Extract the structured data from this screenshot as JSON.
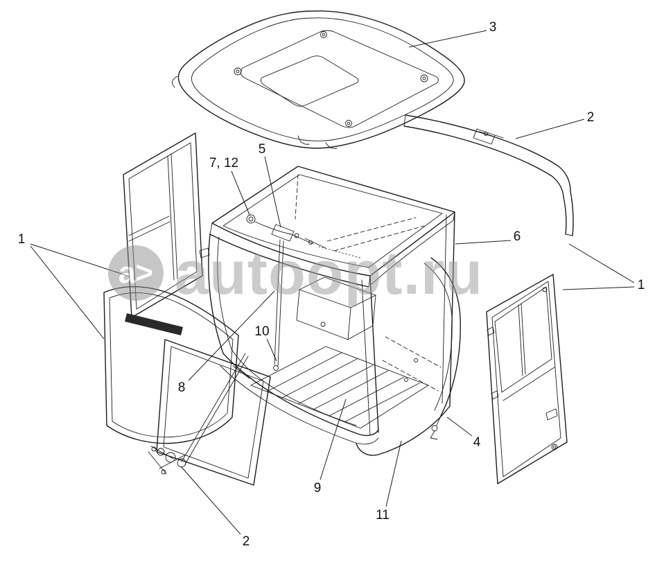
{
  "diagram": {
    "type": "exploded-parts-diagram",
    "callouts": [
      {
        "label": "3"
      },
      {
        "label": "2"
      },
      {
        "label": "7, 12"
      },
      {
        "label": "5"
      },
      {
        "label": "1"
      },
      {
        "label": "6"
      },
      {
        "label": "1"
      },
      {
        "label": "10"
      },
      {
        "label": "8"
      },
      {
        "label": "4"
      },
      {
        "label": "9"
      },
      {
        "label": "11"
      },
      {
        "label": "2"
      }
    ]
  },
  "watermark": {
    "logo_text": "a>",
    "site_text": "autoopt.ru"
  },
  "colors": {
    "background": "#ffffff",
    "line": "#1c1c1c",
    "watermark_gray": "#9b9b9b"
  }
}
